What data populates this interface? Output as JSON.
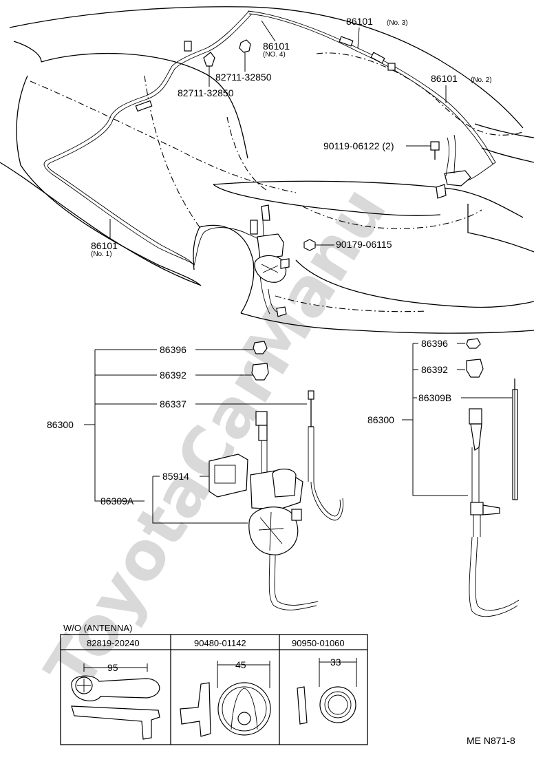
{
  "watermark": "ToyotaCarManu",
  "upper_callouts": {
    "p86101_no3": {
      "part": "86101",
      "note": "(No. 3)"
    },
    "p86101_no4": {
      "part": "86101",
      "note": "(NO. 4)"
    },
    "p86101_no2": {
      "part": "86101",
      "note": "(No. 2)"
    },
    "p86101_no1": {
      "part": "86101",
      "note": "(No. 1)"
    },
    "clip_a": "82711-32850",
    "clip_b": "82711-32850",
    "bolt": "90119-06122 (2)",
    "nut": "90179-06115"
  },
  "left_assembly": {
    "group": "86300",
    "items": [
      "86396",
      "86392",
      "86337",
      "85914",
      "86309A"
    ]
  },
  "right_assembly": {
    "group": "86300",
    "items": [
      "86396",
      "86392",
      "86309B"
    ]
  },
  "wo_antenna": {
    "title": "W/O (ANTENNA)",
    "columns": [
      {
        "part": "82819-20240",
        "dim": "95"
      },
      {
        "part": "90480-01142",
        "dim": "45"
      },
      {
        "part": "90950-01060",
        "dim": "33"
      }
    ]
  },
  "footer_code": "ME  N871-8"
}
